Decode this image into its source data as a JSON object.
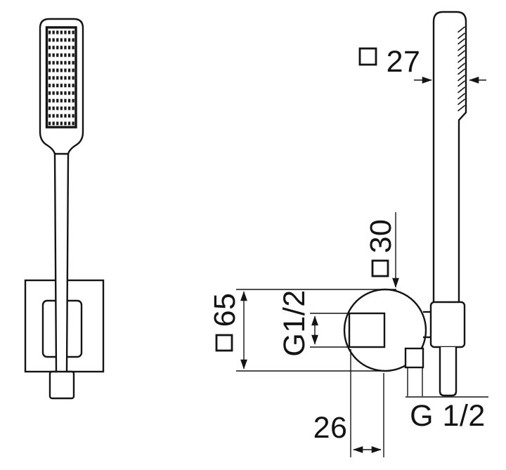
{
  "colors": {
    "line": "#141414",
    "background": "#ffffff"
  },
  "symbols": {
    "square_section": "□"
  },
  "dimensions": {
    "head_width": "27",
    "holder_size": "30",
    "outlet_height": "65",
    "thread_side": "G1/2",
    "outlet_offset": "26",
    "thread_outlet": "G 1/2"
  }
}
